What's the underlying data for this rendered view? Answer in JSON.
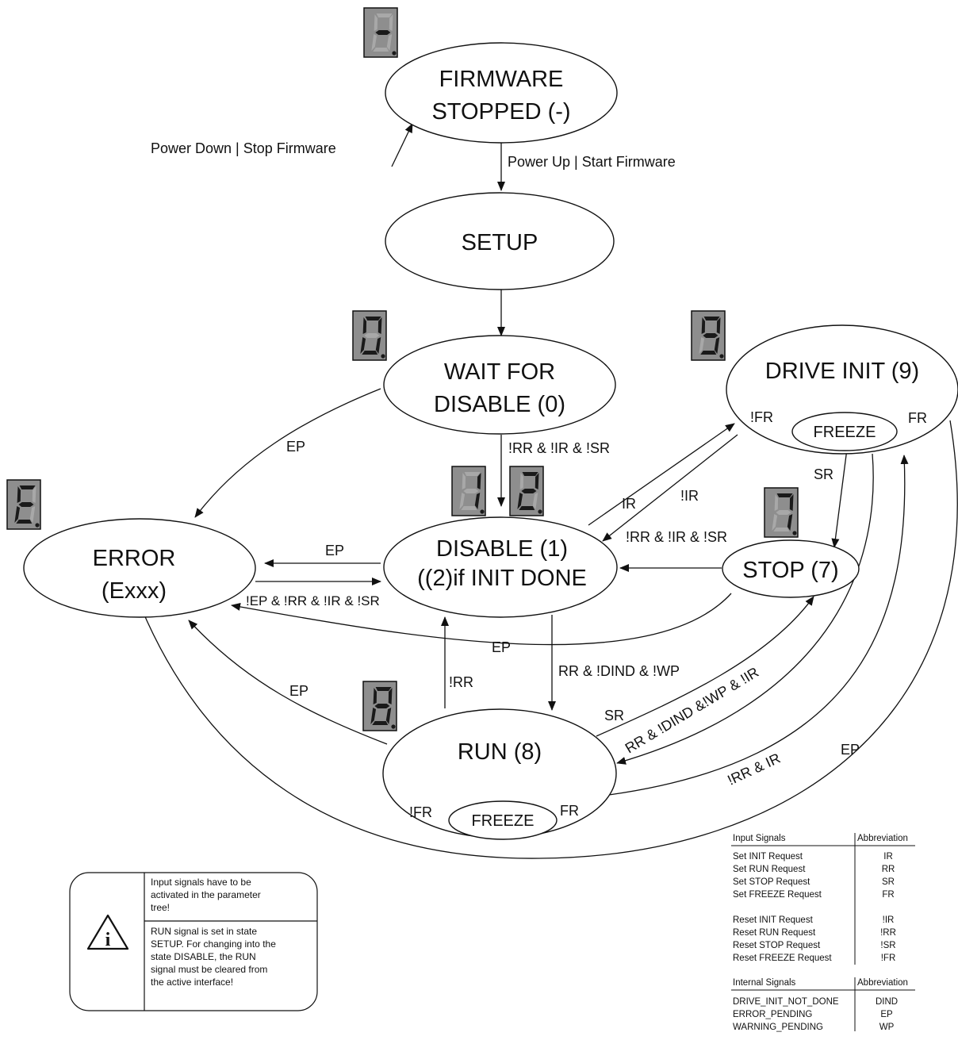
{
  "states": {
    "firmware_stopped": [
      "FIRMWARE",
      "STOPPED (-)"
    ],
    "setup": "SETUP",
    "wait_for_disable": [
      "WAIT FOR",
      "DISABLE (0)"
    ],
    "drive_init": "DRIVE INIT (9)",
    "error": [
      "ERROR",
      "(Exxx)"
    ],
    "disable": [
      "DISABLE (1)",
      "((2)if INIT DONE"
    ],
    "stop": "STOP (7)",
    "run": "RUN (8)",
    "freeze": "FREEZE"
  },
  "displays": {
    "firmware_stopped": "-",
    "wait_for_disable": "0",
    "drive_init": "9",
    "error": "E",
    "disable_1": "1",
    "disable_2": "2",
    "stop": "7",
    "run": "8"
  },
  "labels": {
    "power_down": "Power Down | Stop Firmware",
    "power_up": "Power Up | Start Firmware",
    "wait_to_disable": "!RR & !IR & !SR",
    "ep": "EP",
    "ir": "IR",
    "not_ir": "!IR",
    "stop_to_disable": "!RR & !IR & !SR",
    "error_to_disable": "!EP & !RR & !IR & !SR",
    "sr": "SR",
    "disable_to_run": "RR & !DIND & !WP",
    "not_rr": "!RR",
    "drive_init_to_run": "RR & !DIND &!WP & !IR",
    "run_to_drive_init": "!RR & IR",
    "not_fr": "!FR",
    "fr": "FR"
  },
  "legend": {
    "input_header": [
      "Input Signals",
      "Abbreviation"
    ],
    "input_set": [
      [
        "Set INIT Request",
        "IR"
      ],
      [
        "Set RUN Request",
        "RR"
      ],
      [
        "Set STOP Request",
        "SR"
      ],
      [
        "Set FREEZE Request",
        "FR"
      ]
    ],
    "input_reset": [
      [
        "Reset INIT Request",
        "!IR"
      ],
      [
        "Reset RUN Request",
        "!RR"
      ],
      [
        "Reset STOP Request",
        "!SR"
      ],
      [
        "Reset FREEZE Request",
        "!FR"
      ]
    ],
    "internal_header": [
      "Internal Signals",
      "Abbreviation"
    ],
    "internal": [
      [
        "DRIVE_INIT_NOT_DONE",
        "DIND"
      ],
      [
        "ERROR_PENDING",
        "EP"
      ],
      [
        "WARNING_PENDING",
        "WP"
      ]
    ]
  },
  "info_box": {
    "icon": "warning-triangle-icon",
    "note_1": [
      "Input signals have to be",
      "activated in the parameter",
      "tree!"
    ],
    "note_2": [
      "RUN signal is set in state",
      "SETUP. For changing into the",
      "state DISABLE, the RUN",
      "signal must be cleared from",
      "the active interface!"
    ]
  }
}
